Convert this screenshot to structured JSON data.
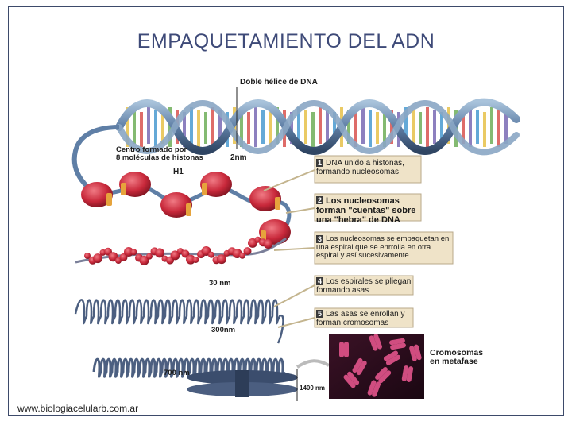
{
  "title": "EMPAQUETAMIENTO DEL ADN",
  "labels": {
    "helix": "Doble hélice de DNA",
    "core_line1": "Centro formado por",
    "core_line2": "8 moléculas de histonas",
    "h1": "H1",
    "nm2": "2nm",
    "nm30": "30 nm",
    "nm300": "300nm",
    "nm700": "700 nm",
    "nm1400": "1400 nm"
  },
  "steps": [
    {
      "num": "1",
      "text": "DNA unido a histonas, formando nucleosomas"
    },
    {
      "num": "2",
      "text": "Los nucleosomas forman \"cuentas\" sobre una \"hebra\" de DNA"
    },
    {
      "num": "3",
      "text": "Los nucleosomas se empaquetan en una espiral que se enrrolla en otra espiral y así sucesivamente"
    },
    {
      "num": "4",
      "text": "Los espirales se pliegan formando asas"
    },
    {
      "num": "5",
      "text": "Las asas se enrollan y forman cromosomas"
    }
  ],
  "photo_caption": "Cromosomas\nen metafase",
  "footer": "www.biologiacelularb.com.ar",
  "colors": {
    "title": "#3e4a78",
    "frame": "#3d4a6a",
    "backbone": "#6f8fb0",
    "nucleosome": "#c8283a",
    "h1": "#e6a33c",
    "callout": "#efe3c8",
    "photo_bg": "#2a0e1c",
    "chromosome": "#d04d80"
  }
}
